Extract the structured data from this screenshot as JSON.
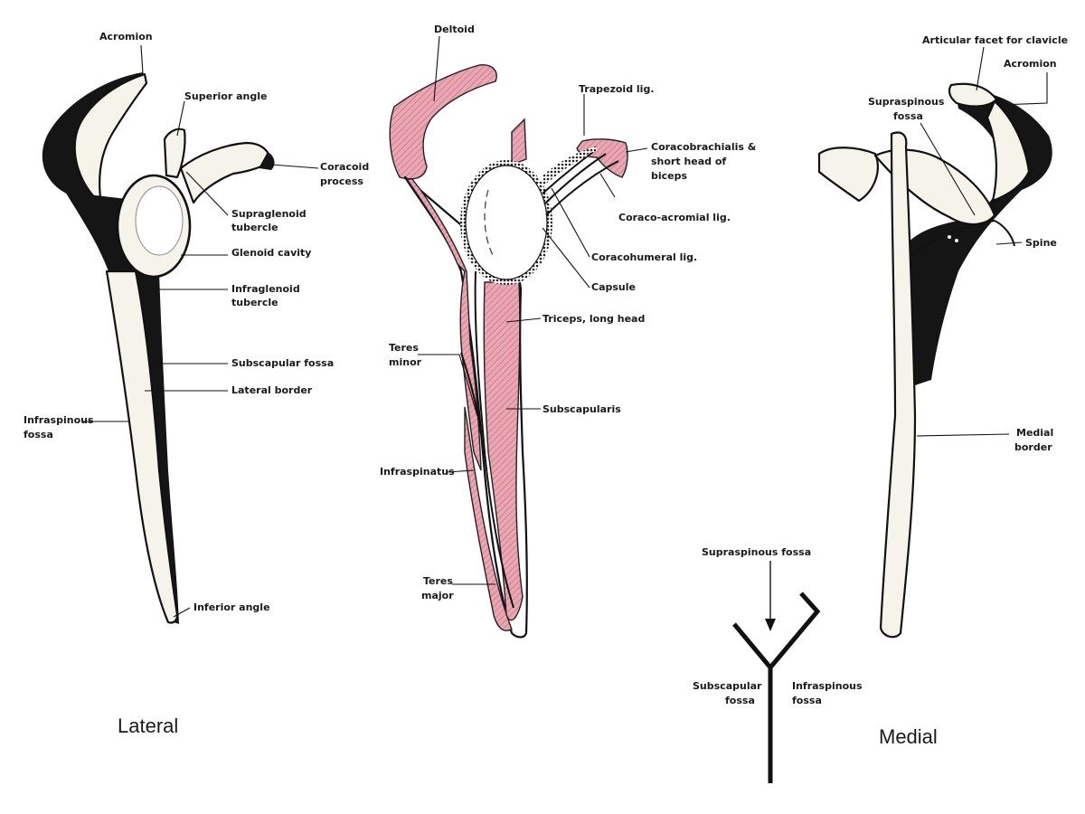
{
  "lateral_view": {
    "caption": "Lateral",
    "labels": {
      "acromion": "Acromion",
      "superior_angle": "Superior angle",
      "coracoid_1": "Coracoid",
      "coracoid_2": "process",
      "supraglenoid_1": "Supraglenoid",
      "supraglenoid_2": "tubercle",
      "glenoid_cavity": "Glenoid cavity",
      "infraglenoid_1": "Infraglenoid",
      "infraglenoid_2": "tubercle",
      "subscapular_fossa": "Subscapular fossa",
      "lateral_border": "Lateral border",
      "infraspinous_1": "Infraspinous",
      "infraspinous_2": "fossa",
      "inferior_angle": "Inferior angle"
    }
  },
  "muscle_view": {
    "muscle_color": "#e8a7b3",
    "labels": {
      "deltoid": "Deltoid",
      "trapezoid": "Trapezoid lig.",
      "coracobrachialis_1": "Coracobrachialis &",
      "coracobrachialis_2": "short head of",
      "coracobrachialis_3": "biceps",
      "coracoacromial": "Coraco-acromial lig.",
      "coracohumeral": "Coracohumeral lig.",
      "capsule": "Capsule",
      "triceps": "Triceps, long head",
      "teres_minor_1": "Teres",
      "teres_minor_2": "minor",
      "subscapularis": "Subscapularis",
      "infraspinatus": "Infraspinatus",
      "teres_major_1": "Teres",
      "teres_major_2": "major"
    }
  },
  "medial_view": {
    "caption": "Medial",
    "labels": {
      "articular_facet": "Articular facet for clavicle",
      "acromion": "Acromion",
      "supraspinous_1": "Supraspinous",
      "supraspinous_2": "fossa",
      "spine": "Spine",
      "medial_border_1": "Medial",
      "medial_border_2": "border"
    }
  },
  "schematic": {
    "top_label": "Supraspinous fossa",
    "left_1": "Subscapular",
    "left_2": "fossa",
    "right_1": "Infraspinous",
    "right_2": "fossa"
  }
}
